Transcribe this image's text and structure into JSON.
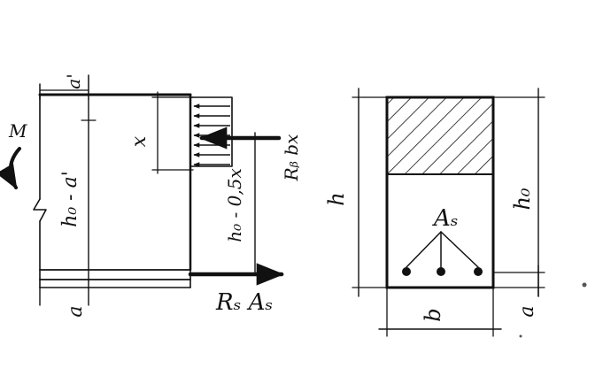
{
  "left_diagram": {
    "moment_label": "M",
    "top_cover_label": "a'",
    "x_label": "x",
    "lever_arm_label": "h₀ - a'",
    "compression_force_label": "Rᵦ bx",
    "compression_lever_label": "h₀ - 0,5x",
    "bottom_cover_label": "a",
    "tension_force_label": "Rₛ Aₛ"
  },
  "right_diagram": {
    "height_label": "h",
    "effective_depth_label": "h₀",
    "rebar_label": "Aₛ",
    "width_label": "b",
    "cover_label": "a",
    "rebar_count": 3
  },
  "colors": {
    "ink": "#111111",
    "background": "#ffffff"
  }
}
